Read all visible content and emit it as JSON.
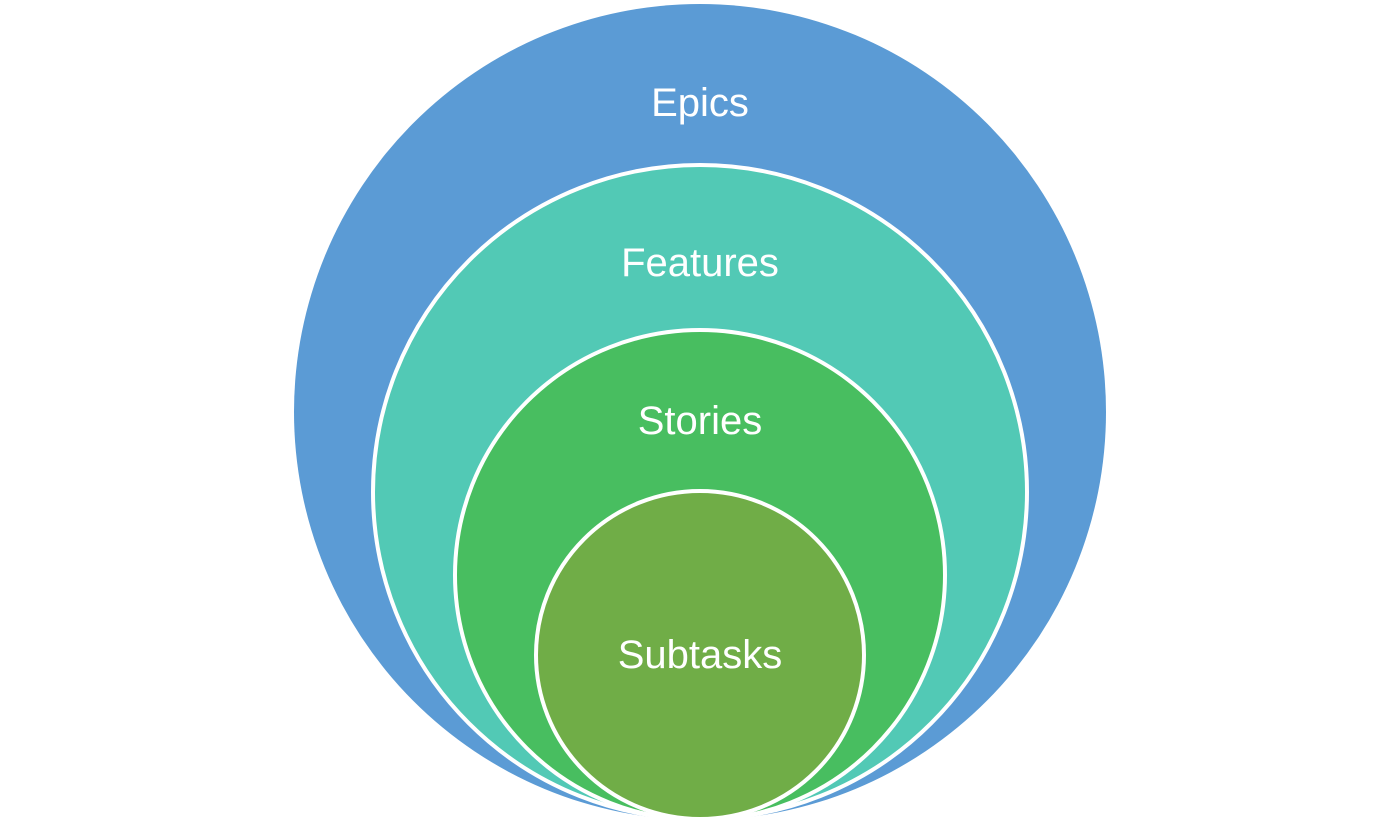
{
  "diagram": {
    "layers": [
      {
        "id": "epics",
        "label": "Epics",
        "color": "#5B9BD5"
      },
      {
        "id": "features",
        "label": "Features",
        "color": "#52C9B5"
      },
      {
        "id": "stories",
        "label": "Stories",
        "color": "#48BE60"
      },
      {
        "id": "subtasks",
        "label": "Subtasks",
        "color": "#70AD47"
      }
    ],
    "outline_color": "#ffffff"
  }
}
